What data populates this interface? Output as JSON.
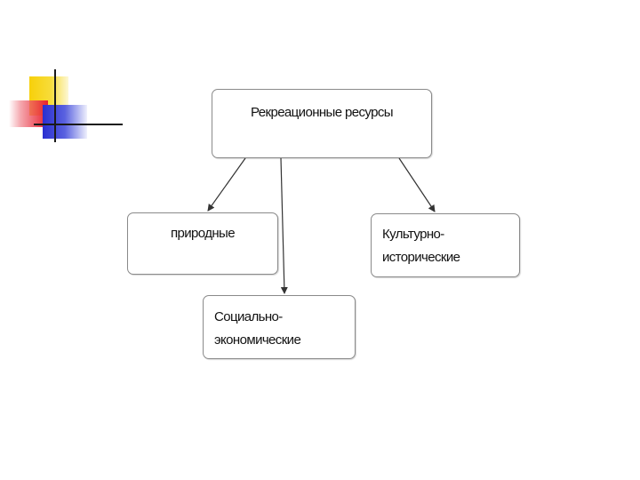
{
  "diagram": {
    "root": {
      "label": "Рекреационные ресурсы"
    },
    "children": {
      "natural": {
        "label": "природные"
      },
      "cultural": {
        "line1": "Культурно-",
        "line2": "исторические"
      },
      "social": {
        "line1": "Социально-",
        "line2": "экономические"
      }
    },
    "edges": [
      {
        "from": "root",
        "to": "natural"
      },
      {
        "from": "root",
        "to": "social"
      },
      {
        "from": "root",
        "to": "cultural"
      }
    ]
  },
  "colors": {
    "decor_yellow": "#f7d00a",
    "decor_red": "#e8202e",
    "decor_blue": "#2a2fd0",
    "box_border": "#8a8a8a",
    "arrow": "#333333"
  }
}
